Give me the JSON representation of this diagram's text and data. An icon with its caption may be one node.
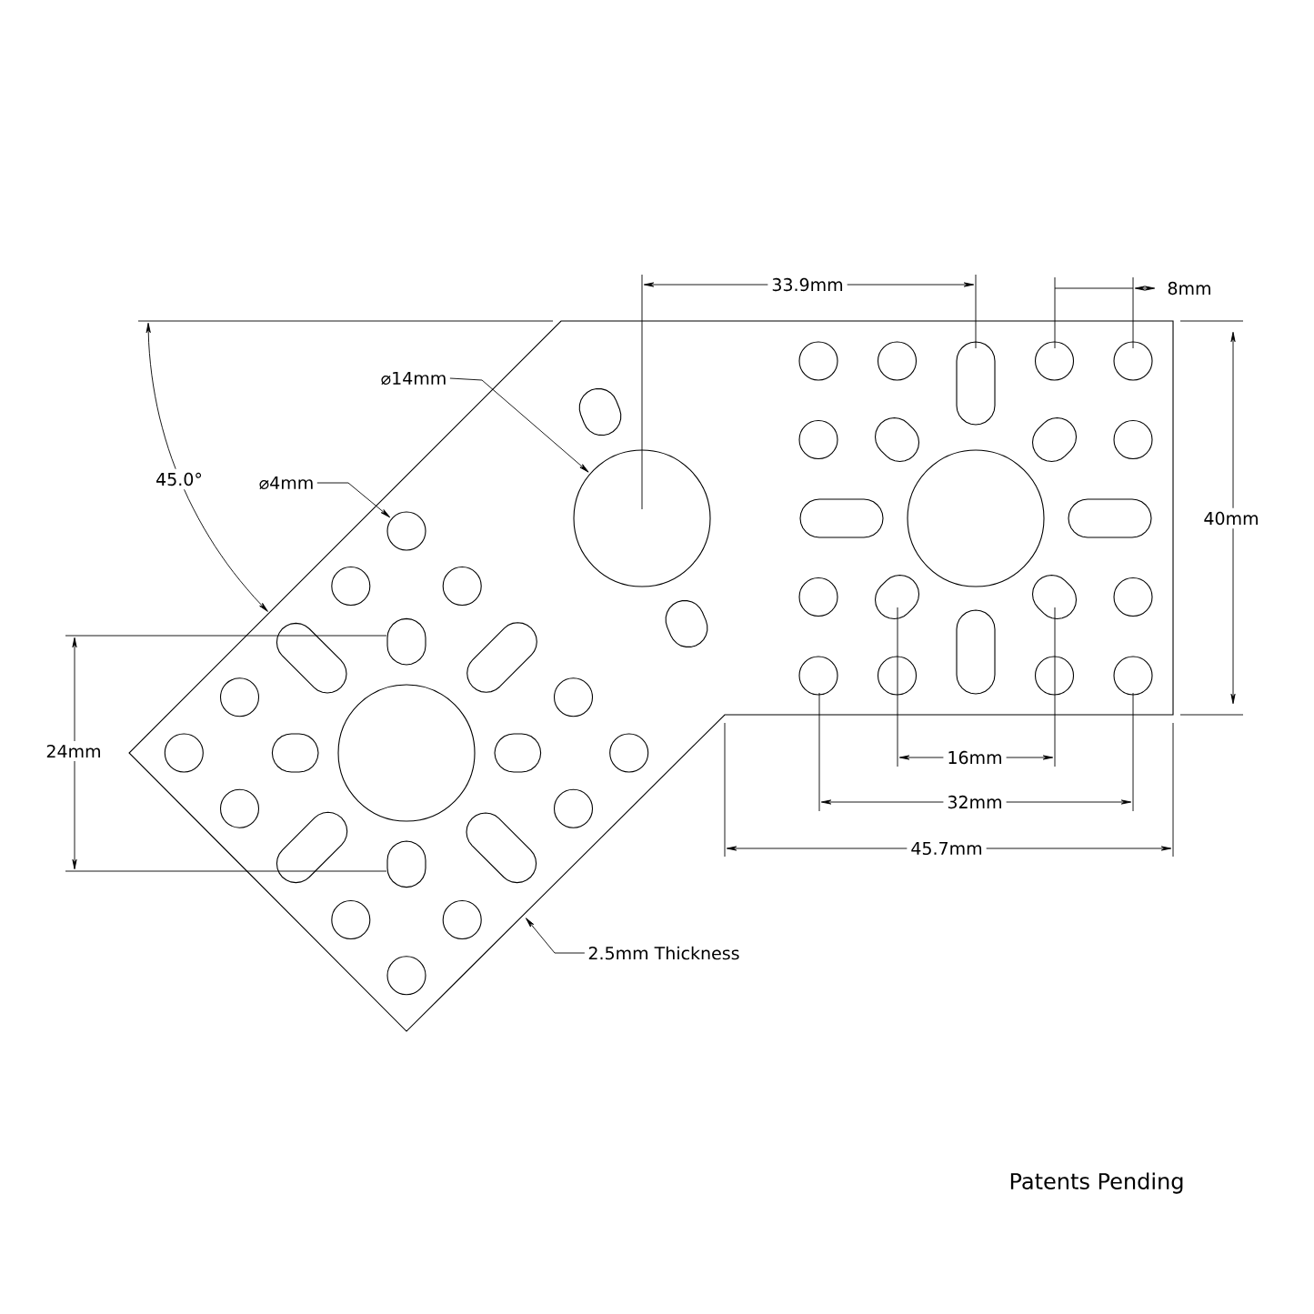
{
  "diagram": {
    "nodes": [
      {
        "text": [
          "⌀14mm"
        ]
      },
      {
        "text": [],
        "shape": "circle"
      },
      {
        "text": [
          "⌀4mm"
        ]
      },
      {
        "text": [],
        "shape": "circle"
      },
      {
        "text": [
          "2.5mm Thickness"
        ]
      }
    ],
    "edges": [
      {
        "from": 0,
        "to": 1,
        "arrow": "to"
      },
      {
        "from": 2,
        "to": 3,
        "arrow": "to"
      },
      {
        "from": 4,
        "to": null,
        "arrow": "to"
      }
    ],
    "labels": [
      "33.9mm",
      "8mm",
      "45.0°",
      "40mm",
      "24mm",
      "16mm",
      "32mm",
      "45.7mm",
      "Patents Pending"
    ]
  }
}
